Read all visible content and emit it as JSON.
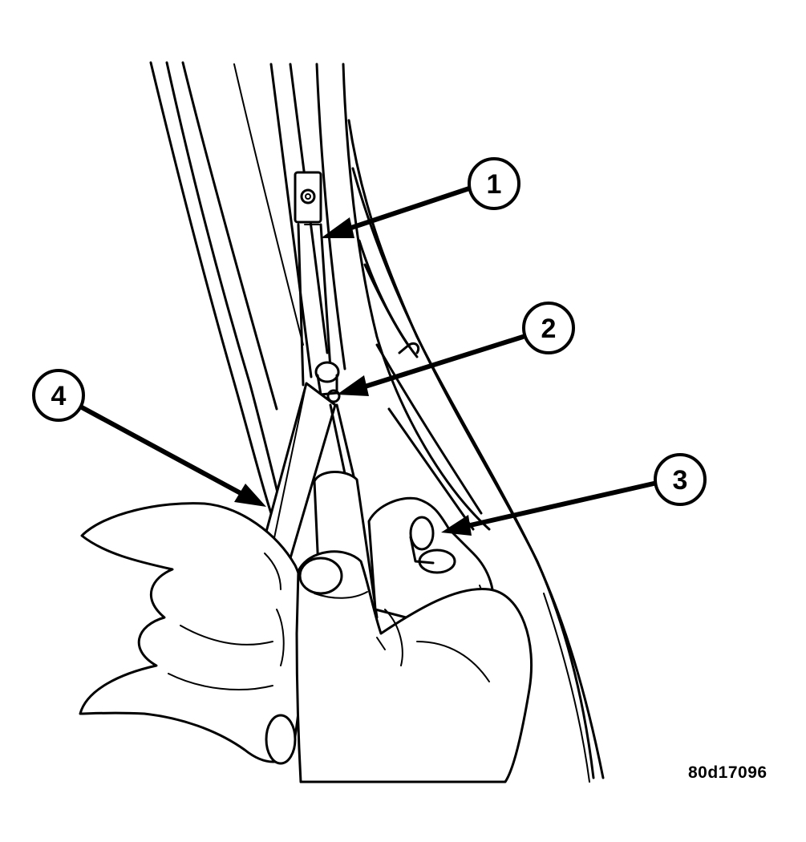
{
  "figure": {
    "id": "80d17096"
  },
  "callouts": [
    {
      "label": "1"
    },
    {
      "label": "2"
    },
    {
      "label": "3"
    },
    {
      "label": "4"
    }
  ],
  "colors": {
    "ink": "#000000",
    "paper": "#ffffff"
  }
}
